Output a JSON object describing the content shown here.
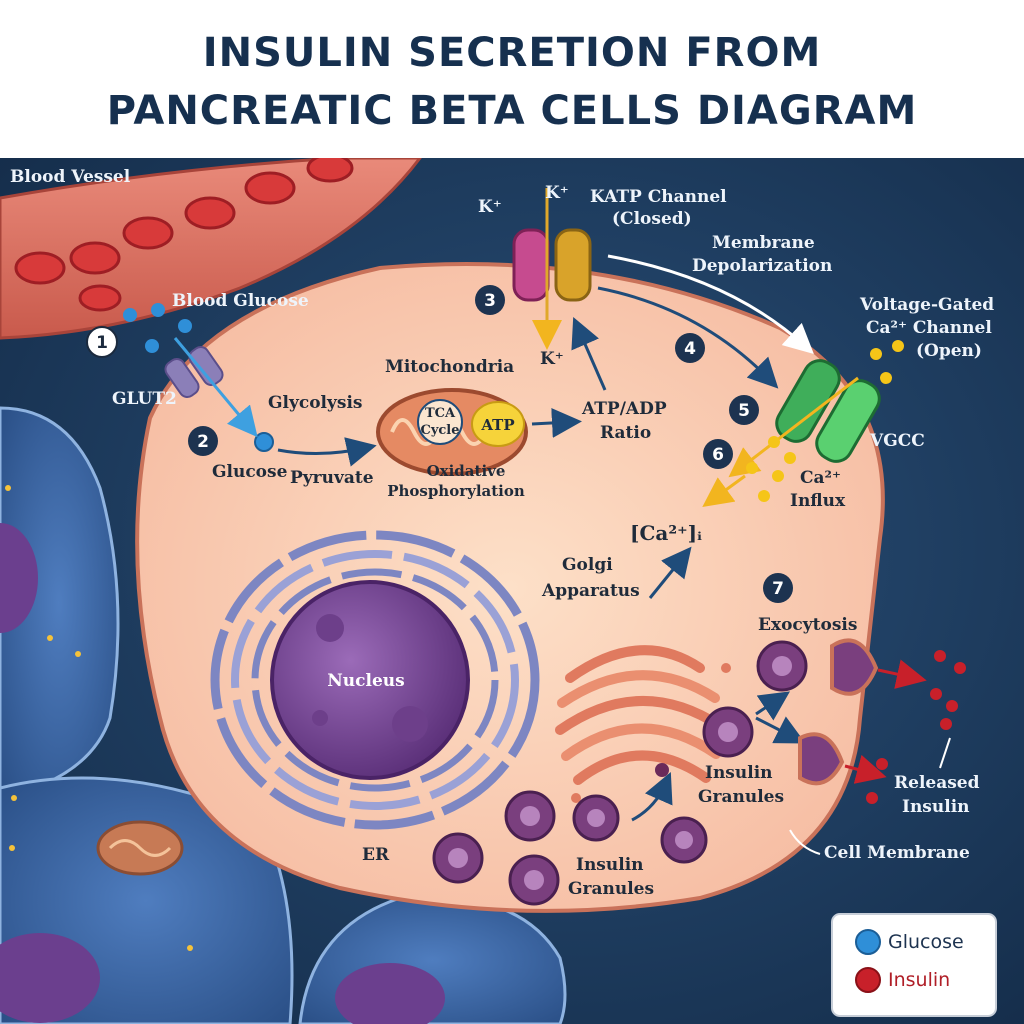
{
  "title": {
    "line1": "INSULIN SECRETION FROM",
    "line2": "PANCREATIC BETA CELLS DIAGRAM"
  },
  "labels": {
    "blood_vessel": "Blood Vessel",
    "blood_glucose": "Blood Glucose",
    "glut2": "GLUT2",
    "glycolysis": "Glycolysis",
    "glucose": "Glucose",
    "pyruvate": "Pyruvate",
    "mitochondria": "Mitochondria",
    "tca_1": "TCA",
    "tca_2": "Cycle",
    "atp": "ATP",
    "oxphos_1": "Oxidative",
    "oxphos_2": "Phosphorylation",
    "atp_adp_1": "ATP/ADP",
    "atp_adp_2": "Ratio",
    "k_plus": "K⁺",
    "katp_1": "KATP Channel",
    "katp_2": "(Closed)",
    "depol_1": "Membrane",
    "depol_2": "Depolarization",
    "vgcc_title_1": "Voltage-Gated",
    "vgcc_title_2": "Ca²⁺ Channel",
    "vgcc_title_3": "(Open)",
    "vgcc": "VGCC",
    "ca_1": "Ca²⁺",
    "ca_2": "Influx",
    "ca_i": "[Ca²⁺]ᵢ",
    "golgi_1": "Golgi",
    "golgi_2": "Apparatus",
    "exocytosis": "Exocytosis",
    "nucleus": "Nucleus",
    "er": "ER",
    "insulin_granules_1": "Insulin",
    "insulin_granules_2": "Granules",
    "released_1": "Released",
    "released_2": "Insulin",
    "cell_membrane": "Cell Membrane"
  },
  "steps": [
    "1",
    "2",
    "3",
    "4",
    "5",
    "6",
    "7"
  ],
  "legend": {
    "glucose": "Glucose",
    "insulin": "Insulin",
    "glucose_color": "#2f8fd8",
    "insulin_color": "#c8202a"
  },
  "colors": {
    "background": "#1b3a5c",
    "cell": "#f7c6ad",
    "nucleus": "#7a4a93",
    "title": "#16304f"
  }
}
